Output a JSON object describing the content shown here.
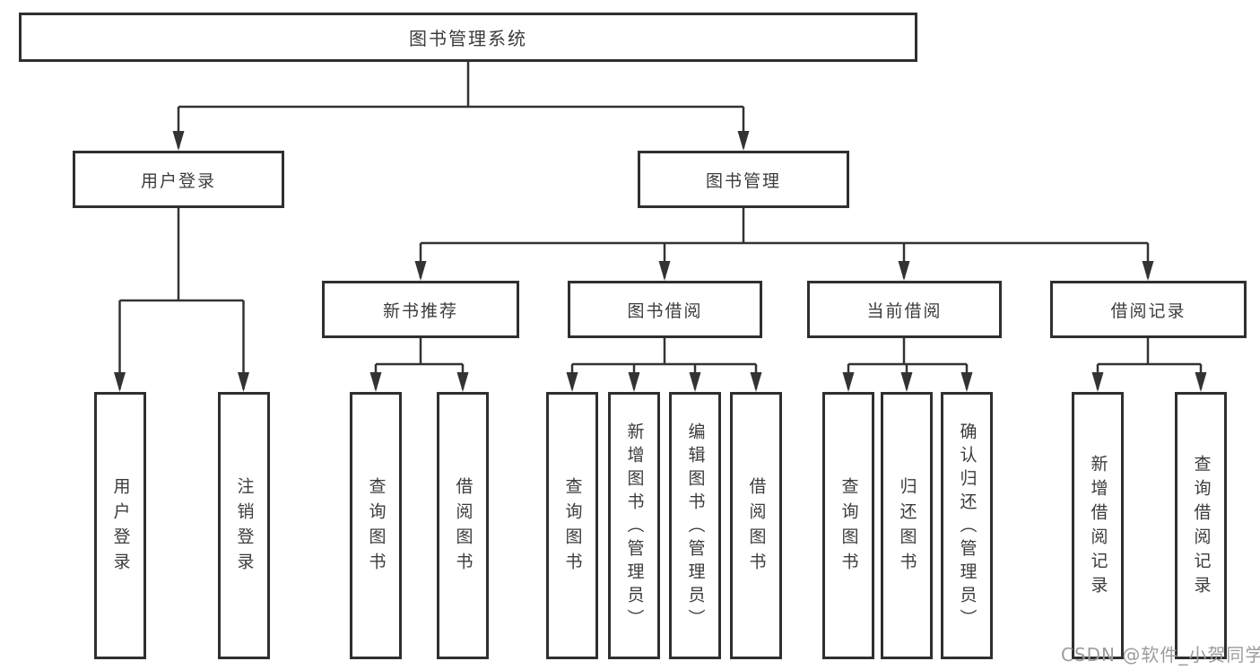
{
  "diagram": {
    "title_node": {
      "label": "图书管理系统"
    },
    "level2": [
      {
        "label": "用户登录"
      },
      {
        "label": "图书管理"
      }
    ],
    "level3": [
      {
        "label": "新书推荐"
      },
      {
        "label": "图书借阅"
      },
      {
        "label": "当前借阅"
      },
      {
        "label": "借阅记录"
      }
    ],
    "leaves": {
      "user_login": [
        "用户登录",
        "注销登录"
      ],
      "new_books": [
        "查询图书",
        "借阅图书"
      ],
      "borrowing": [
        "查询图书",
        "新增图书（管理员）",
        "编辑图书（管理员）",
        "借阅图书"
      ],
      "current": [
        "查询图书",
        "归还图书",
        "确认归还（管理员）"
      ],
      "records": [
        "新增借阅记录",
        "查询借阅记录"
      ]
    }
  },
  "watermark": {
    "text": "CSDN @软件_小贺同学"
  },
  "colors": {
    "line": "#333333",
    "box_border": "#2f2f2f",
    "text": "#3c3c3c",
    "watermark": "#9c9c9c",
    "background": "#ffffff"
  }
}
